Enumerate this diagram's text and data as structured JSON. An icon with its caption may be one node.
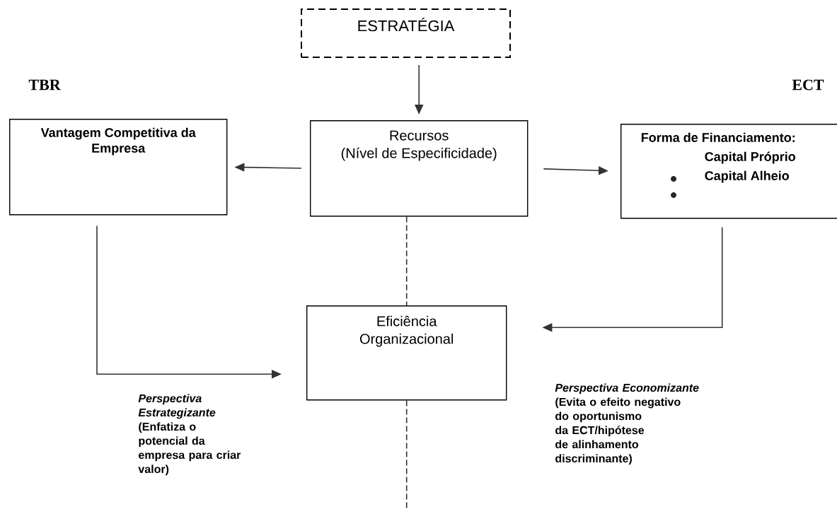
{
  "diagram": {
    "nodes": [
      {
        "text": [
          "ESTRATÉGIA"
        ]
      },
      {
        "text": [
          "Recursos",
          "(Nível de Especificidade)"
        ]
      },
      {
        "text": [
          "Vantagem Competitiva da Empresa"
        ]
      },
      {
        "text": [
          "Forma de Financiamento:",
          "Capital Próprio",
          "Capital Alheio"
        ]
      },
      {
        "text": [
          "Eficiência Organizacional"
        ]
      }
    ],
    "edges": [
      {
        "from": 0,
        "to": 1,
        "arrow": "to"
      },
      {
        "from": 1,
        "to": 2,
        "arrow": "to"
      },
      {
        "from": 1,
        "to": 3,
        "arrow": "to"
      },
      {
        "from": 1,
        "to": 4,
        "arrow": "none",
        "style": "dashed"
      },
      {
        "from": 2,
        "to": 4,
        "arrow": "to",
        "label": "*Perspectiva Estrategizante* (Enfatiza o potencial da empresa para criar valor)"
      },
      {
        "from": 3,
        "to": 4,
        "arrow": "to",
        "label": "*Perspectiva Economizante* (Evita o efeito negativo do oportunismo da ECT/hipótese de alinhamento discriminante)"
      },
      {
        "from": 4,
        "to": null,
        "arrow": "none",
        "style": "dashed"
      }
    ],
    "labels": [
      "TBR",
      "ECT"
    ]
  }
}
